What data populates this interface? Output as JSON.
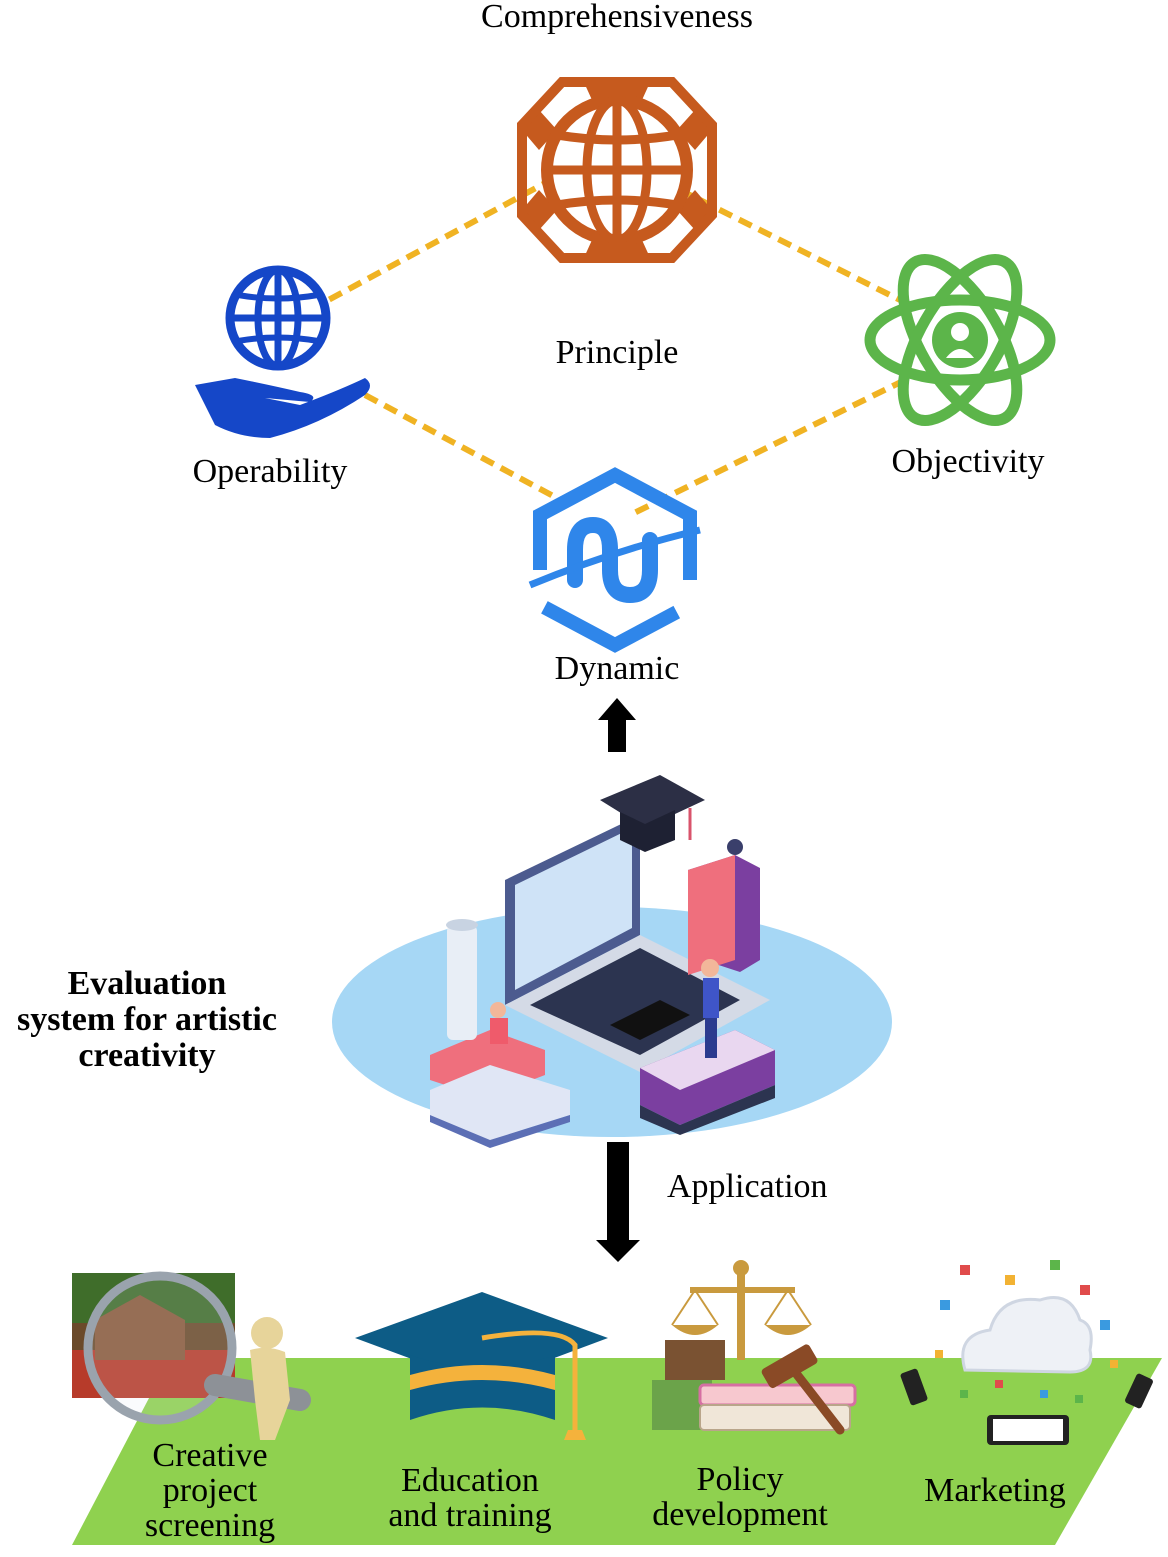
{
  "principles": {
    "center_label": "Principle",
    "top": "Comprehensiveness",
    "left": "Operability",
    "right": "Objectivity",
    "bottom": "Dynamic"
  },
  "system": {
    "title_lines": [
      "Evaluation",
      "system for artistic",
      "creativity"
    ]
  },
  "application_label": "Application",
  "applications": [
    {
      "lines": [
        "Creative",
        "project",
        "screening"
      ]
    },
    {
      "lines": [
        "Education",
        "and training"
      ]
    },
    {
      "lines": [
        "Policy",
        "development"
      ]
    },
    {
      "lines": [
        "Marketing"
      ]
    }
  ],
  "colors": {
    "dash_line": "#f0b323",
    "comprehensiveness_icon": "#c65a1e",
    "operability_icon": "#1547c8",
    "objectivity_icon": "#5cb54a",
    "dynamic_icon": "#2f86ea",
    "platform_green": "#8fd14f",
    "disc_blue": "#a6d7f5"
  },
  "icons": {
    "top": "globe-gear-icon",
    "left": "hand-globe-icon",
    "right": "atom-person-icon",
    "bottom": "hexagon-wave-icon"
  }
}
